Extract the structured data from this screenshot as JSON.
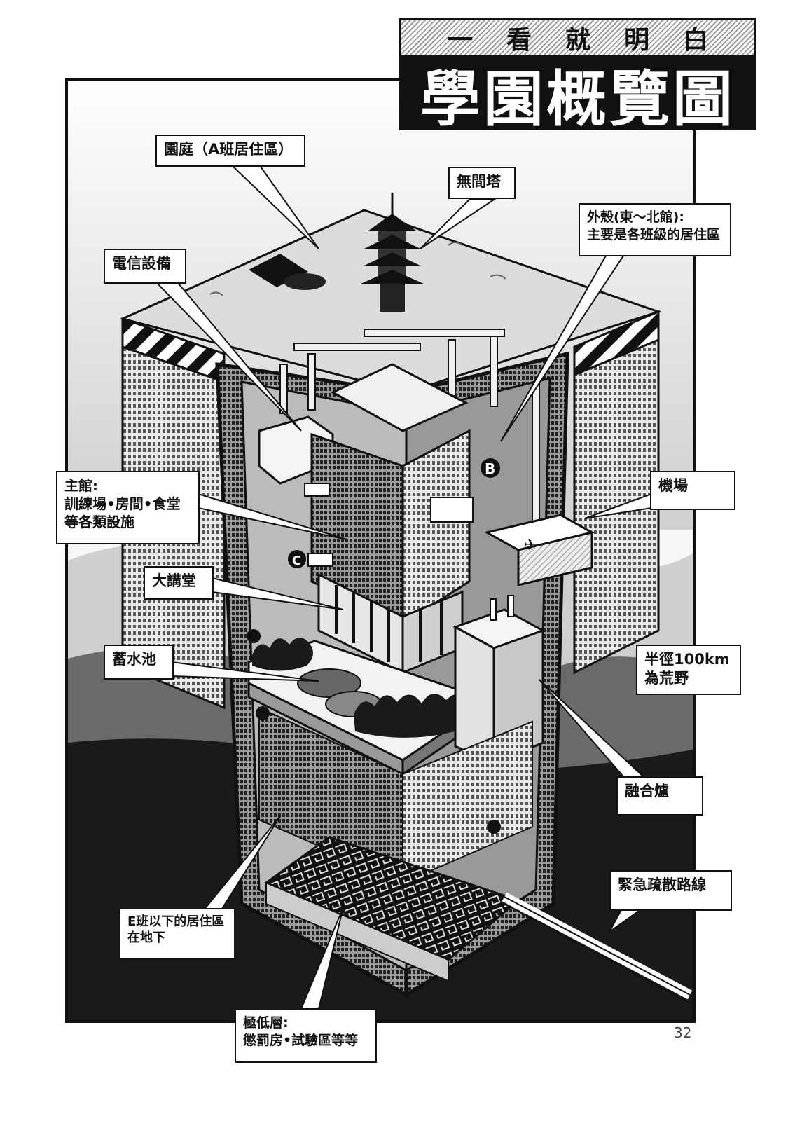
{
  "title": {
    "top": "一看就明白",
    "main": "學園概覽圖"
  },
  "labels": {
    "garden": "園庭（A班居住區）",
    "tower": "無間塔",
    "outer_shell": "外殼(東～北館):\n主要是各班級的居住區",
    "telecom": "電信設備",
    "main_building": "主館:\n訓練場•房間•食堂\n等各類設施",
    "airport": "機場",
    "lecture_hall": "大講堂",
    "reservoir": "蓄水池",
    "wasteland": "半徑100km\n為荒野",
    "fusion_reactor": "融合爐",
    "evacuation": "緊急疏散路線",
    "class_e_housing": "E班以下的居住區\n在地下",
    "lowest_floor": "極低層:\n懲罰房•試驗區等等"
  },
  "building_letters": {
    "b": "B",
    "c": "C"
  },
  "page_number": "32"
}
